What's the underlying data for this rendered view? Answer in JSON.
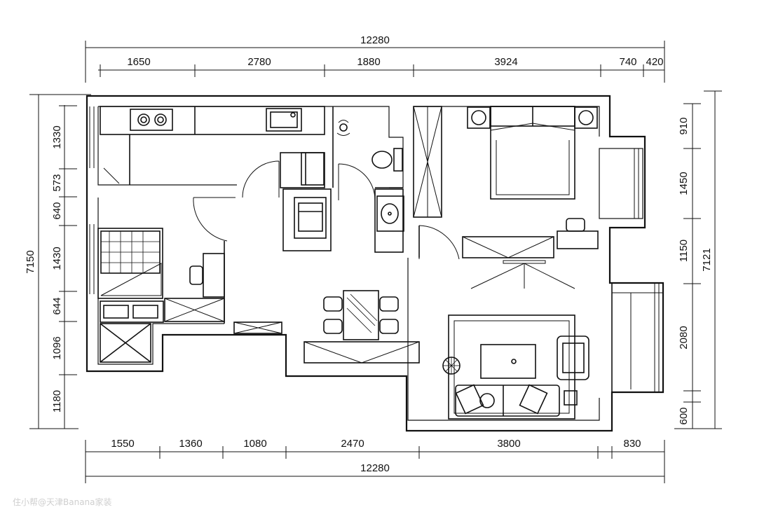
{
  "dimensions": {
    "top_total": "12280",
    "top_segments": [
      "1650",
      "2780",
      "1880",
      "3924",
      "740",
      "420"
    ],
    "bottom_total": "12280",
    "bottom_segments": [
      "1550",
      "1360",
      "1080",
      "2470",
      "3800",
      "830"
    ],
    "left_total": "7150",
    "left_segments": [
      "1330",
      "573",
      "640",
      "1430",
      "644",
      "1096",
      "1180"
    ],
    "right_total": "7121",
    "right_segments": [
      "910",
      "1450",
      "1150",
      "2080",
      "600"
    ]
  },
  "watermark": "住小帮@天津Banana家装",
  "colors": {
    "line": "#111111",
    "background": "#ffffff"
  }
}
